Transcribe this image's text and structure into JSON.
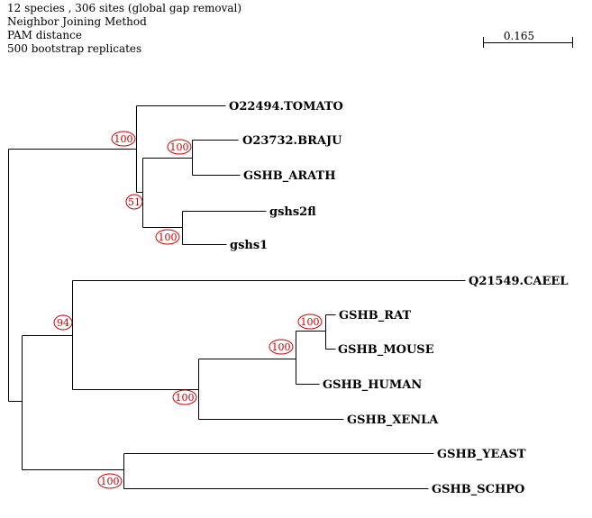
{
  "header": {
    "line1": "12 species , 306 sites (global gap removal)",
    "line2": "Neighbor Joining Method",
    "line3": "PAM distance",
    "line4": "500 bootstrap replicates"
  },
  "scale_bar": {
    "label": "0.165",
    "value": 0.165
  },
  "tree": {
    "leaves": {
      "tomato": "O22494.TOMATO",
      "braju": "O23732.BRAJU",
      "arath": "GSHB_ARATH",
      "gshs2fl": "gshs2fl",
      "gshs1": "gshs1",
      "caeel": "Q21549.CAEEL",
      "rat": "GSHB_RAT",
      "mouse": "GSHB_MOUSE",
      "human": "GSHB_HUMAN",
      "xenla": "GSHB_XENLA",
      "yeast": "GSHB_YEAST",
      "schpo": "GSHB_SCHPO"
    },
    "bootstrap": {
      "plant": "100",
      "braju_arath": "100",
      "plant_inner": "51",
      "gshs": "100",
      "animal": "94",
      "rat_mouse": "100",
      "rodent_human": "100",
      "vertebrate": "100",
      "fungi": "100"
    }
  },
  "colors": {
    "bootstrap": "#cc0000",
    "branch": "#000000"
  }
}
